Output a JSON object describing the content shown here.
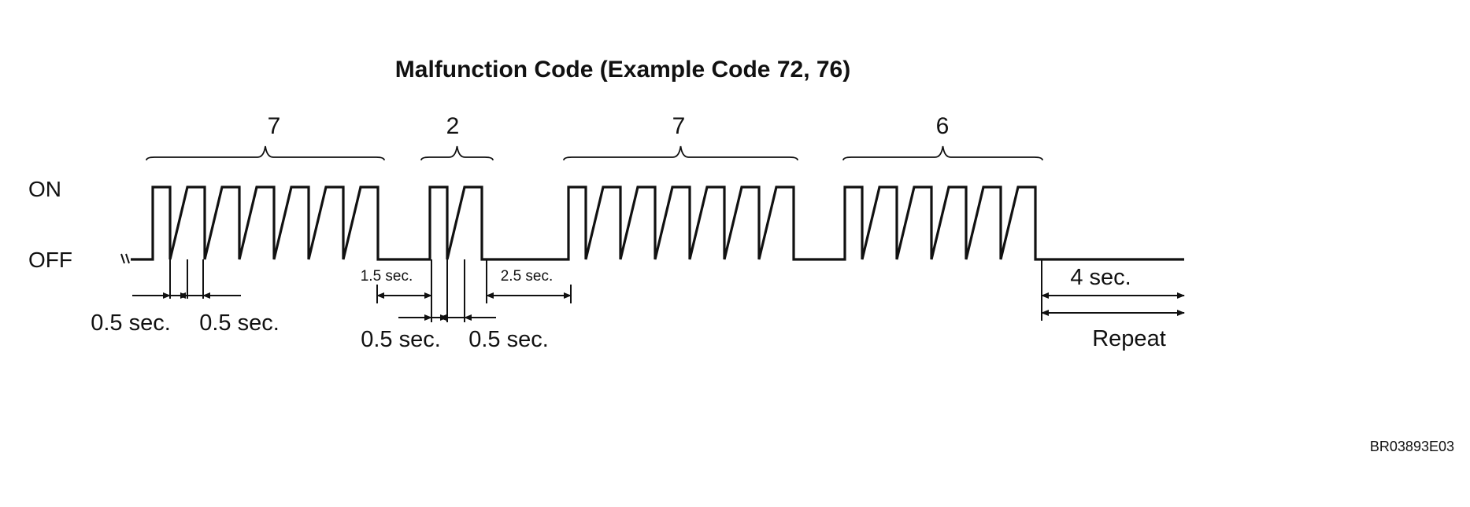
{
  "diagram": {
    "title": "Malfunction Code (Example Code 72, 76)",
    "states": {
      "on": "ON",
      "off": "OFF"
    },
    "groups": [
      {
        "digit": "7",
        "pulses": 7
      },
      {
        "digit": "2",
        "pulses": 2
      },
      {
        "digit": "7",
        "pulses": 7
      },
      {
        "digit": "6",
        "pulses": 6
      }
    ],
    "timing": {
      "pulse_on": "0.5 sec.",
      "pulse_off": "0.5 sec.",
      "digit_gap": "1.5 sec.",
      "code_gap": "2.5 sec.",
      "end_pause": "4 sec."
    },
    "repeat_label": "Repeat",
    "figure_code": "BR03893E03"
  }
}
